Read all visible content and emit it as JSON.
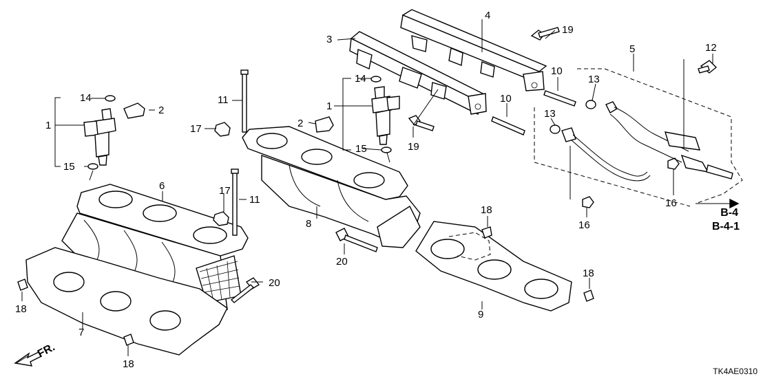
{
  "labels": {
    "p1a": "1",
    "p1b": "1",
    "p2a": "2",
    "p2b": "2",
    "p3": "3",
    "p4": "4",
    "p5": "5",
    "p6": "6",
    "p7": "7",
    "p8": "8",
    "p9": "9",
    "p10a": "10",
    "p10b": "10",
    "p11a": "11",
    "p11b": "11",
    "p12": "12",
    "p13a": "13",
    "p13b": "13",
    "p14a": "14",
    "p14b": "14",
    "p15a": "15",
    "p15b": "15",
    "p16a": "16",
    "p16b": "16",
    "p17a": "17",
    "p17b": "17",
    "p18a": "18",
    "p18b": "18",
    "p18c": "18",
    "p18d": "18",
    "p19a": "19",
    "p19b": "19",
    "p20a": "20",
    "p20b": "20"
  },
  "refs": {
    "ref1": "B-4",
    "ref2": "B-4-1"
  },
  "direction": "FR.",
  "diagram_code": "TK4AE0310"
}
